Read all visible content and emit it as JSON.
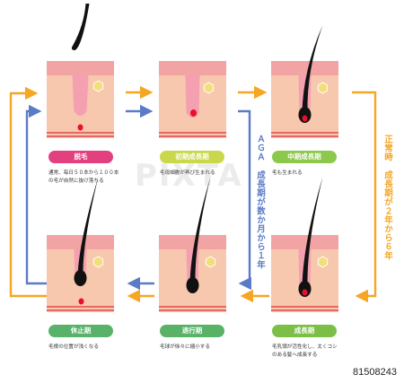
{
  "stages": [
    {
      "key": "datsumou",
      "label": "脱毛",
      "color": "#e2407e",
      "desc": [
        "通常、毎日５０本から１００本",
        "の毛が自然に抜け落ちる"
      ]
    },
    {
      "key": "shoki",
      "label": "初期成長期",
      "color": "#c9d84a",
      "desc": [
        "毛母細胞が再び生まれる"
      ]
    },
    {
      "key": "chuki",
      "label": "中期成長期",
      "color": "#8cc84b",
      "desc": [
        "毛も生まれる"
      ]
    },
    {
      "key": "seichou",
      "label": "成長期",
      "color": "#7bbf47",
      "desc": [
        "毛乳頭が活性化し、太くコシ",
        "のある髪へ成長する"
      ]
    },
    {
      "key": "taikou",
      "label": "退行期",
      "color": "#5ab267",
      "desc": [
        "毛球が徐々に縮小する"
      ]
    },
    {
      "key": "kyushi",
      "label": "休止期",
      "color": "#58b26a",
      "desc": [
        "毛根の位置が浅くなる"
      ]
    }
  ],
  "aga_label": "ＡＧＡ　成長期が数か月から１年",
  "normal_label": "正常時　成長期が２年から６年",
  "colors": {
    "orange": "#f5a623",
    "blue": "#5a7bc6",
    "skin": "#f7c7ae",
    "skin_top": "#f2a3a3",
    "hair": "#111111",
    "bulb": "#e8102a",
    "fat": "#f2de7a"
  },
  "watermark_text": "PIXTA",
  "image_id": "81508243"
}
